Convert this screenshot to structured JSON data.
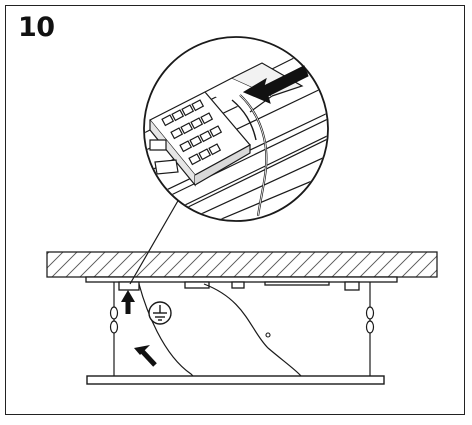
{
  "step": {
    "number": "10"
  },
  "symbols": {
    "ground": "earth-ground-symbol",
    "detail": "magnified-terminal-block-detail"
  },
  "colors": {
    "line": "#1a1a1a",
    "fill": "#ffffff",
    "shade": "#d9d9d9",
    "hatch": "#555555"
  }
}
